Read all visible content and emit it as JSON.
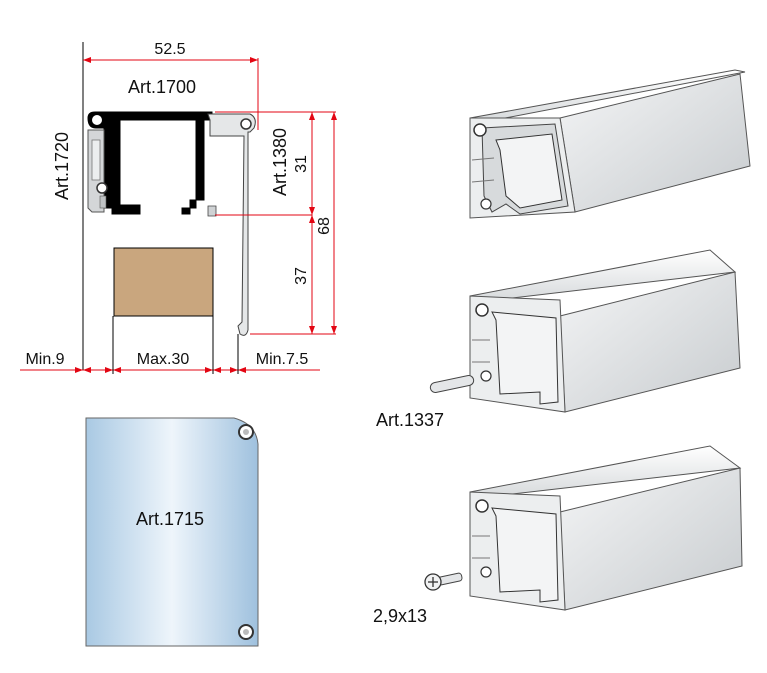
{
  "labels": {
    "art_1700": "Art.1700",
    "art_1720": "Art.1720",
    "art_1380": "Art.1380",
    "art_1715": "Art.1715",
    "art_1337": "Art.1337",
    "screw": "2,9x13"
  },
  "dimensions": {
    "width_total": "52.5",
    "height_upper": "31",
    "height_total": "68",
    "height_lower": "37",
    "min_left": "Min.9",
    "max_center": "Max.30",
    "min_right": "Min.7.5"
  },
  "colors": {
    "dimension_line": "#e30613",
    "wood_block": "#c9a67e",
    "glass_panel": "#b9d6ec",
    "aluminium": "#d9dcde"
  }
}
